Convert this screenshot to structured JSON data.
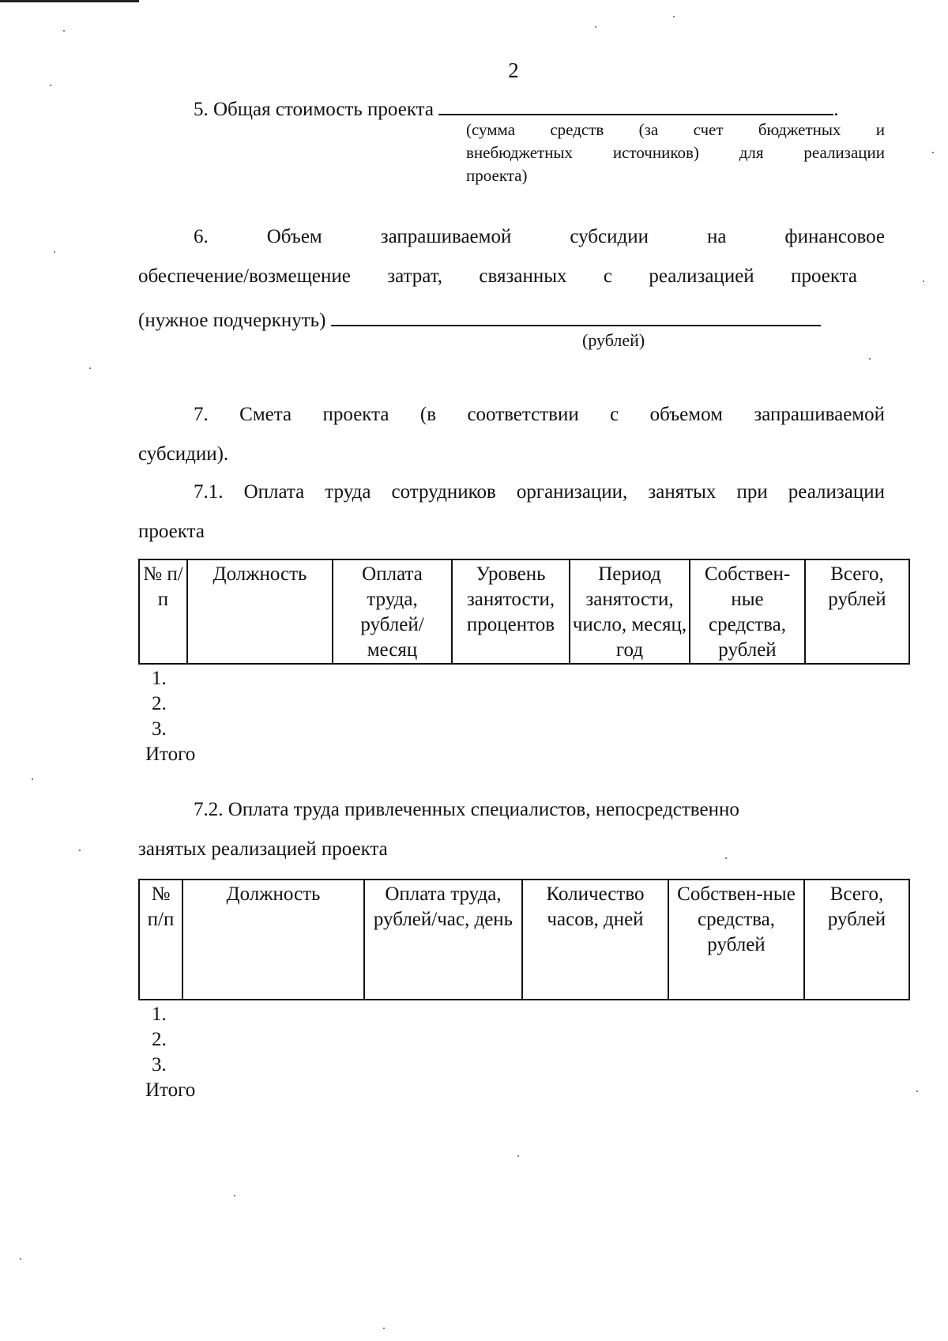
{
  "page_number": "2",
  "sec5": {
    "label": "5. Общая стоимость проекта",
    "end_mark": ".",
    "note_line1": "(сумма средств (за счет бюджетных и",
    "note_line2": "внебюджетных источников) для реализации",
    "note_line3": "проекта)"
  },
  "sec6": {
    "line1": "6. Объем запрашиваемой субсидии на финансовое",
    "line2": "обеспечение/возмещение затрат, связанных с реализацией проекта",
    "line3": "(нужное подчеркнуть)",
    "unit_note": "(рублей)"
  },
  "sec7": {
    "line1": "7. Смета проекта (в соответствии с объемом запрашиваемой",
    "line2": "субсидии)."
  },
  "sec7_1": {
    "line1": "7.1. Оплата труда сотрудников организации, занятых при реализации",
    "line2": "проекта",
    "headers": [
      "№ п/п",
      "Должность",
      "Оплата труда, рублей/ месяц",
      "Уровень занятости, процентов",
      "Период занятости, число, месяц, год",
      "Собствен-ные средства, рублей",
      "Всего, рублей"
    ],
    "rows": [
      "1.",
      "2.",
      "3.",
      "Итого"
    ]
  },
  "sec7_2": {
    "line1": "7.2. Оплата труда привлеченных специалистов, непосредственно",
    "line2": "занятых реализацией проекта",
    "headers": [
      "№ п/п",
      "Должность",
      "Оплата труда, рублей/час, день",
      "Количество часов, дней",
      "Собствен-ные средства, рублей",
      "Всего, рублей"
    ],
    "rows": [
      "1.",
      "2.",
      "3.",
      "Итого"
    ]
  }
}
